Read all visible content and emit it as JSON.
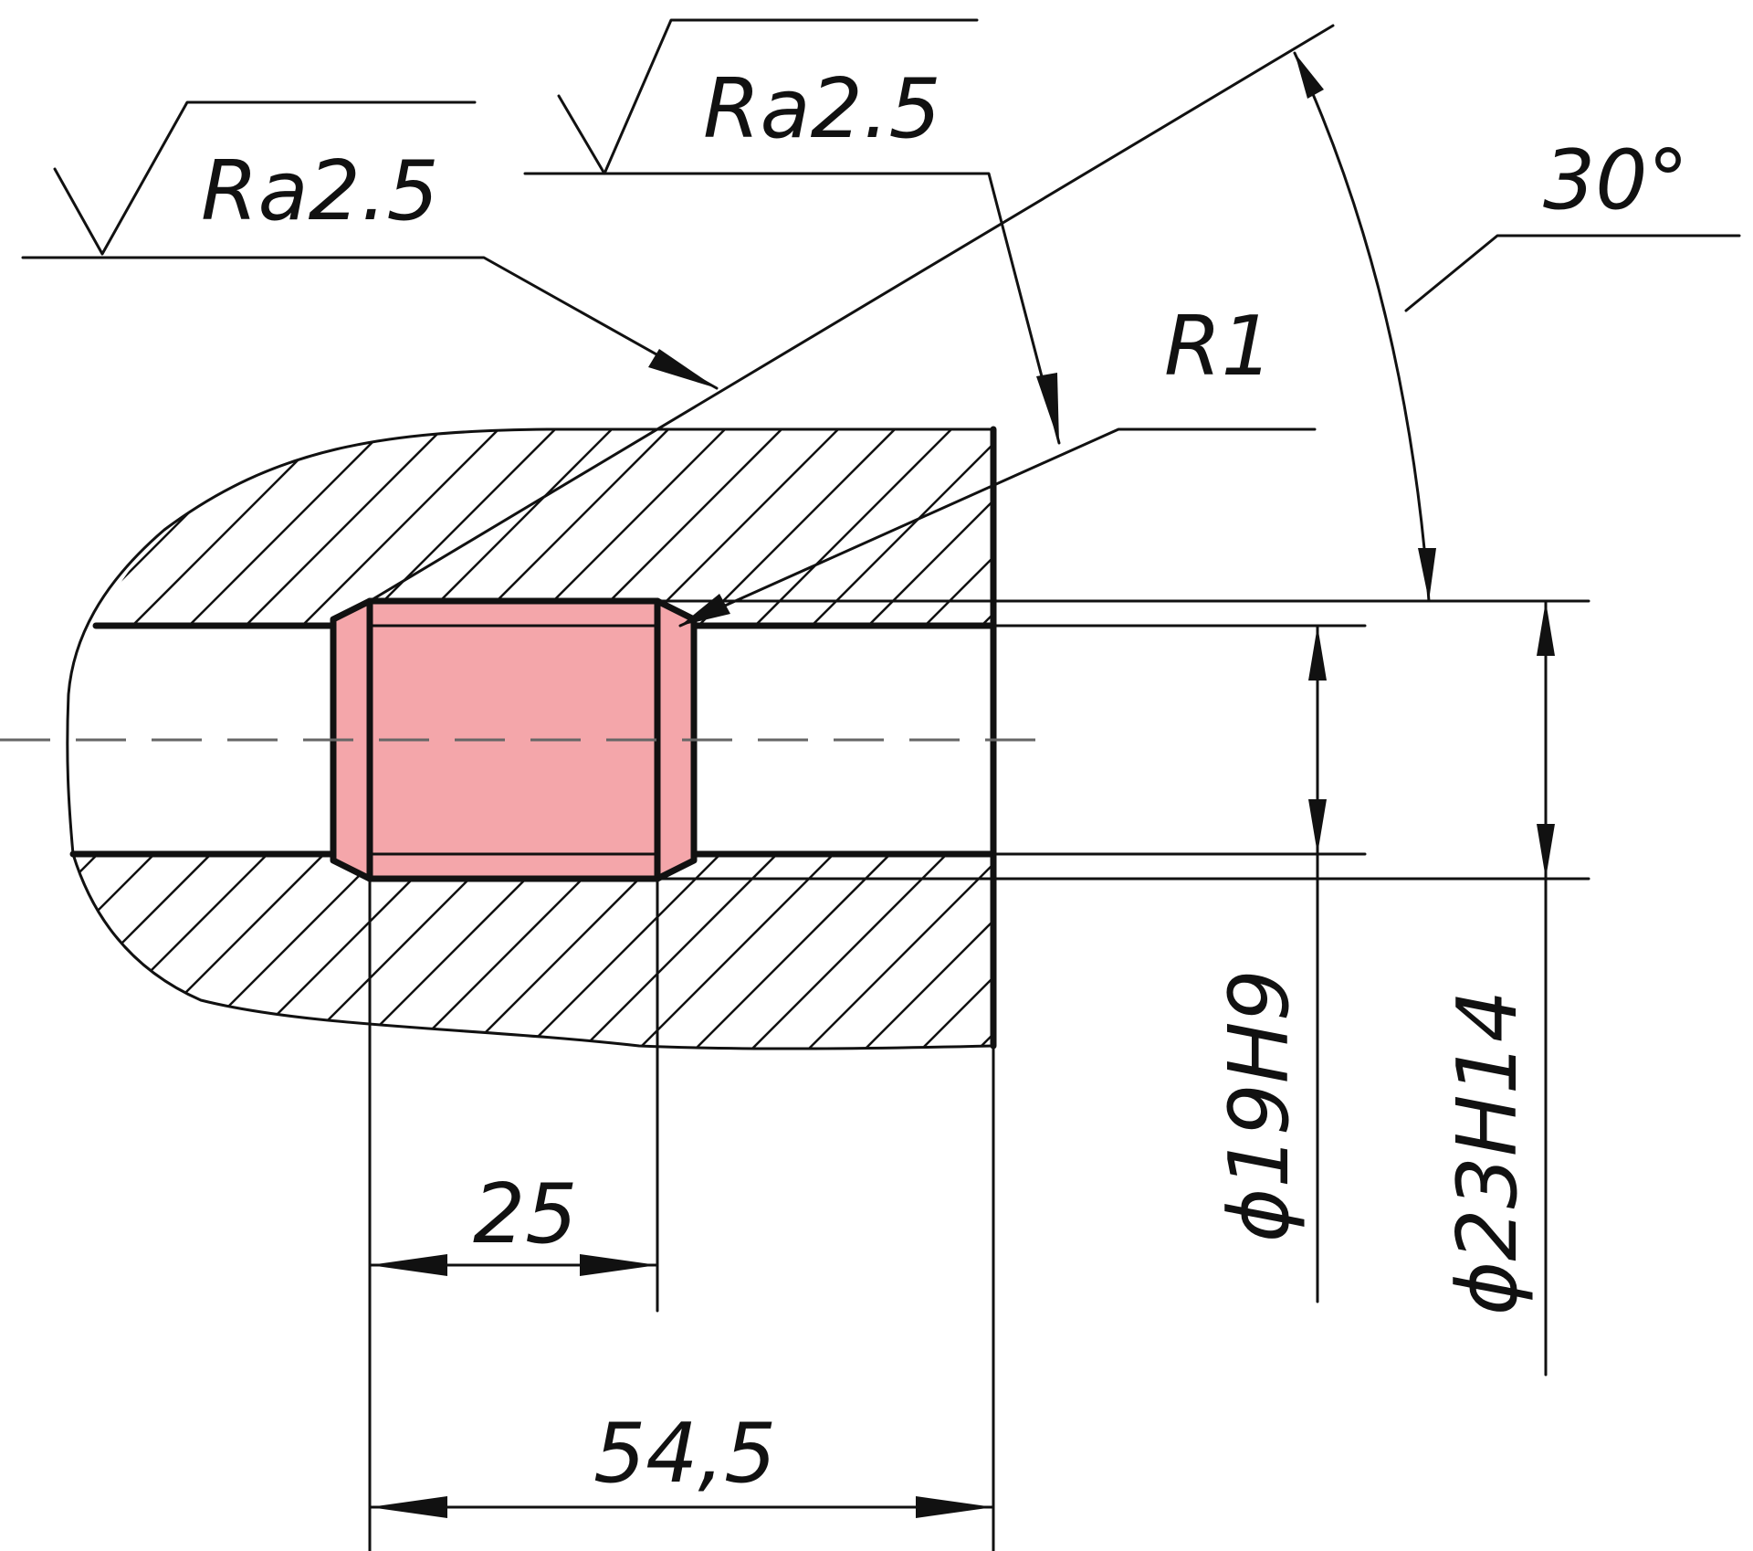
{
  "colors": {
    "ink": "#111111",
    "highlight": "#f4a6aa",
    "background": "#ffffff"
  },
  "annotations": {
    "roughness_1": "Ra2.5",
    "roughness_2": "Ra2.5",
    "radius": "R1",
    "angle": "30°",
    "length_inner": "25",
    "length_total": "54,5",
    "diameter_bore": "ϕ19H9",
    "diameter_chamfer": "ϕ23H14"
  }
}
